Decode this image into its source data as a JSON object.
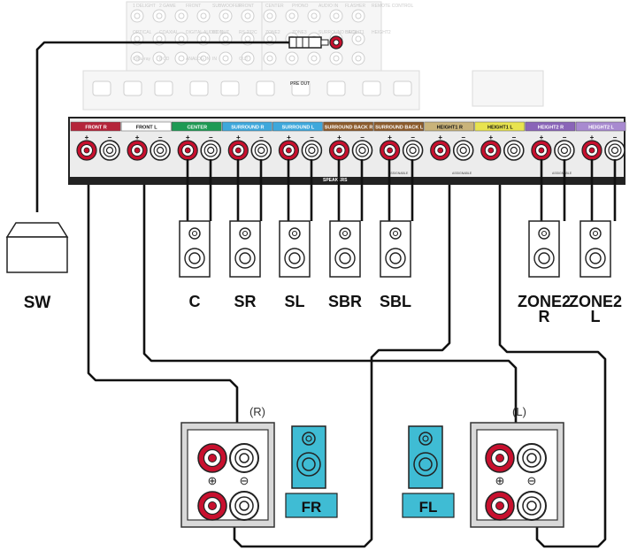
{
  "colors": {
    "red": "#c8102e",
    "cyan_box": "#3fbcd4",
    "panel_gray": "#d9d9d9",
    "panel_stroke": "#333333",
    "wire": "#111111"
  },
  "receiver": {
    "pre_out_label": "PRE OUT",
    "speakers_label": "SPEAKERS",
    "assignable": "ASSIGNABLE",
    "faded_labels": [
      "1 DELIGHT",
      "2 GAME",
      "FRONT",
      "SUBWOOFER",
      "FRONT",
      "CENTER",
      "PHONO",
      "AUDIO IN",
      "FLASHER",
      "REMOTE CONTROL",
      "OPTICAL",
      "COAXIAL",
      "DIGITAL AUDIO IN",
      "DC OUT",
      "RS-232C",
      "ZONE2",
      "ZONE3",
      "SURROUND BACK",
      "HEIGHT1",
      "HEIGHT2",
      "6 Blu-ray",
      "8 CD",
      "ANALOG IN",
      "IN",
      "OUT"
    ],
    "channels": [
      {
        "label": "FRONT",
        "side": "R",
        "color": "#b5253a"
      },
      {
        "label": "FRONT",
        "side": "L",
        "color": "#ffffff"
      },
      {
        "label": "CENTER",
        "side": "",
        "color": "#1e9a54"
      },
      {
        "label": "SURROUND",
        "side": "R",
        "color": "#3ea8dc"
      },
      {
        "label": "SURROUND",
        "side": "L",
        "color": "#3ea8dc"
      },
      {
        "label": "SURROUND BACK",
        "side": "R",
        "color": "#8b5a2b"
      },
      {
        "label": "SURROUND BACK",
        "side": "L",
        "color": "#8b5a2b"
      },
      {
        "label": "HEIGHT1",
        "side": "R",
        "color": "#c9b37a"
      },
      {
        "label": "HEIGHT1",
        "side": "L",
        "color": "#e8e34f"
      },
      {
        "label": "HEIGHT2",
        "side": "R",
        "color": "#8a64b8"
      },
      {
        "label": "HEIGHT2",
        "side": "L",
        "color": "#a88ad0"
      }
    ]
  },
  "subwoofer_label": "SW",
  "speakers": [
    {
      "label": "C"
    },
    {
      "label": "SR"
    },
    {
      "label": "SL"
    },
    {
      "label": "SBR"
    },
    {
      "label": "SBL"
    },
    {
      "label": "ZONE2\nR"
    },
    {
      "label": "ZONE2\nL"
    }
  ],
  "front_right": {
    "side": "(R)",
    "label": "FR",
    "plus": "⊕",
    "minus": "⊖"
  },
  "front_left": {
    "side": "(L)",
    "label": "FL",
    "plus": "⊕",
    "minus": "⊖"
  }
}
